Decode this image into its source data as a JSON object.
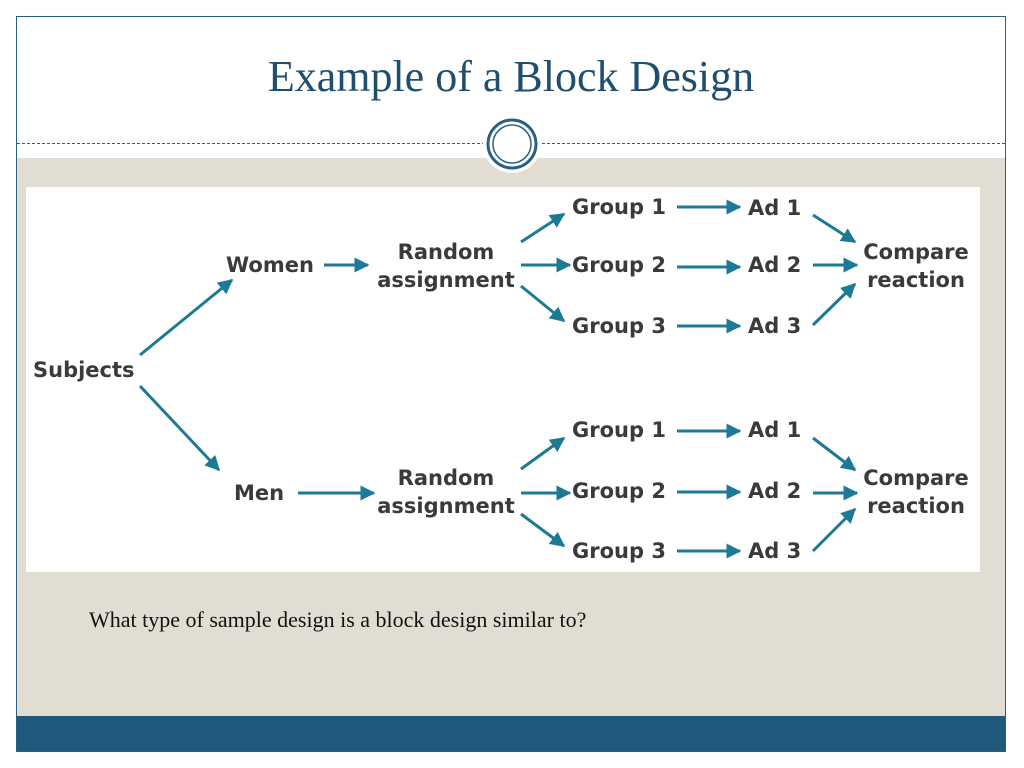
{
  "slide": {
    "title": "Example of a Block Design",
    "question": "What type of sample design is a block design similar to?"
  },
  "diagram": {
    "root": "Subjects",
    "blocks": [
      {
        "name": "Women",
        "assignment": [
          "Random",
          "assignment"
        ],
        "groups": [
          {
            "group": "Group 1",
            "ad": "Ad 1"
          },
          {
            "group": "Group 2",
            "ad": "Ad 2"
          },
          {
            "group": "Group 3",
            "ad": "Ad 3"
          }
        ],
        "outcome": [
          "Compare",
          "reaction"
        ]
      },
      {
        "name": "Men",
        "assignment": [
          "Random",
          "assignment"
        ],
        "groups": [
          {
            "group": "Group 1",
            "ad": "Ad 1"
          },
          {
            "group": "Group 2",
            "ad": "Ad 2"
          },
          {
            "group": "Group 3",
            "ad": "Ad 3"
          }
        ],
        "outcome": [
          "Compare",
          "reaction"
        ]
      }
    ]
  },
  "colors": {
    "title": "#1f4e6e",
    "arrow": "#1c7a96",
    "footer": "#1f5a7d",
    "body_background": "#e1ddd2"
  }
}
